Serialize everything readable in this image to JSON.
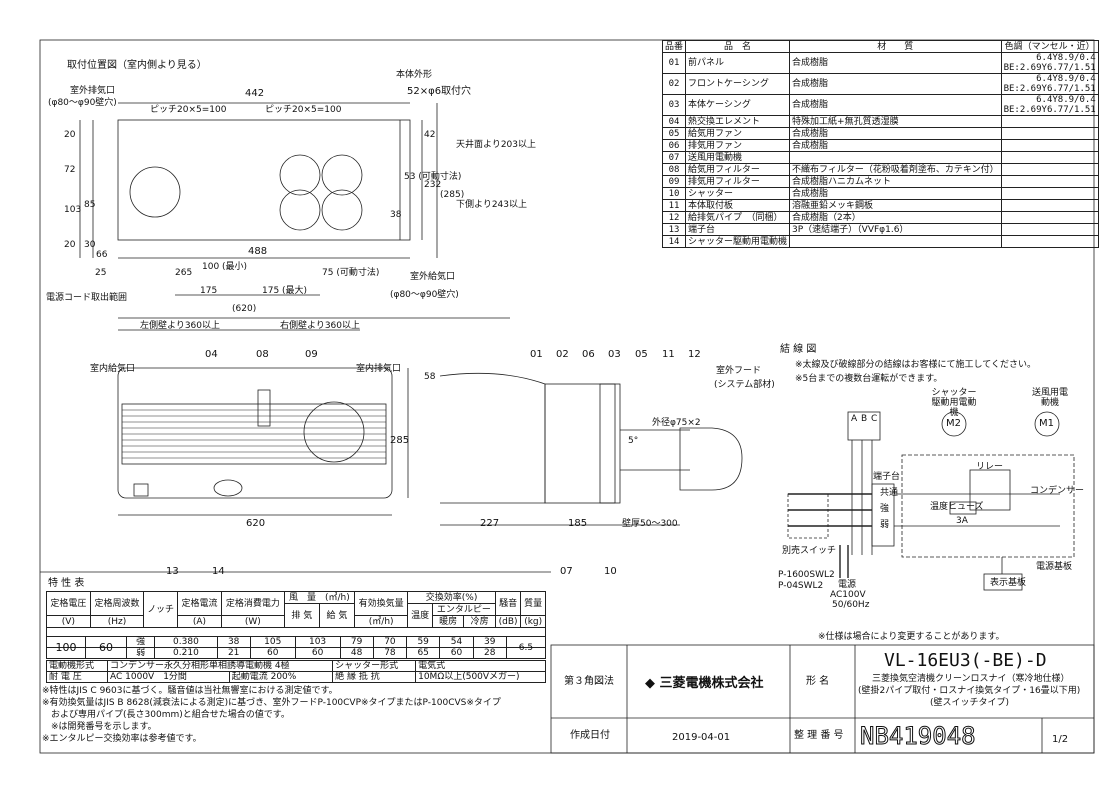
{
  "outline": {
    "title": "取付位置図（室内側より見る）",
    "exhaust_in": "室外排気口",
    "exhaust_in_size": "(φ80～φ90壁穴)",
    "body_shape": "本体外形",
    "mount_holes": "52×φ6取付穴",
    "d442": "442",
    "pitch1": "ピッチ20×5=100",
    "pitch2": "ピッチ20×5=100",
    "d488": "488",
    "d25": "25",
    "d66": "66",
    "d265": "265",
    "d100": "100 (最小)",
    "d75": "75 (可動寸法)",
    "d175a": "175",
    "d175b": "175 (最大)",
    "d620p": "(620)",
    "left360": "左側壁より360以上",
    "right360": "右側壁より360以上",
    "cord": "電源コード取出範囲",
    "supply_out": "室外給気口",
    "supply_out_size": "(φ80～φ90壁穴)",
    "v20": "20",
    "v72": "72",
    "v103": "103",
    "v85": "85",
    "v20b": "20",
    "v30": "30",
    "v42": "42",
    "v53": "53 (可動寸法)",
    "v232": "232",
    "v38": "38",
    "v285": "(285)",
    "v243": "下側より243以上",
    "v203": "天井面より203以上"
  },
  "front": {
    "supply_in": "室内給気口",
    "exhaust_in": "室内排気口",
    "w620": "620",
    "h285": "285",
    "callouts": [
      "04",
      "08",
      "09",
      "13",
      "14"
    ]
  },
  "side": {
    "callouts": [
      "01",
      "02",
      "06",
      "03",
      "05",
      "11",
      "12",
      "07",
      "10"
    ],
    "hood": "室外フード",
    "hood_sub": "(システム部材)",
    "d58": "58",
    "d227": "227",
    "d185": "185",
    "wall": "壁厚50～300",
    "angle": "5°",
    "pipe": "外径φ75×2"
  },
  "parts": {
    "headers": [
      "品番",
      "品　名",
      "材　　質",
      "色調（マンセル・近）"
    ],
    "rows": [
      {
        "no": "01",
        "name": "前パネル",
        "mat": "合成樹脂",
        "col1": "6.4Y8.9/0.4",
        "col2": "BE:2.69Y6.77/1.51"
      },
      {
        "no": "02",
        "name": "フロントケーシング",
        "mat": "合成樹脂",
        "col1": "6.4Y8.9/0.4",
        "col2": "BE:2.69Y6.77/1.51"
      },
      {
        "no": "03",
        "name": "本体ケーシング",
        "mat": "合成樹脂",
        "col1": "6.4Y8.9/0.4",
        "col2": "BE:2.69Y6.77/1.51"
      },
      {
        "no": "04",
        "name": "熱交換エレメント",
        "mat": "特殊加工紙+無孔質透湿膜",
        "col1": "",
        "col2": ""
      },
      {
        "no": "05",
        "name": "給気用ファン",
        "mat": "合成樹脂",
        "col1": "",
        "col2": ""
      },
      {
        "no": "06",
        "name": "排気用ファン",
        "mat": "合成樹脂",
        "col1": "",
        "col2": ""
      },
      {
        "no": "07",
        "name": "送風用電動機",
        "mat": "",
        "col1": "",
        "col2": ""
      },
      {
        "no": "08",
        "name": "給気用フィルター",
        "mat": "不織布フィルター（花粉吸着剤塗布、カテキン付）",
        "col1": "",
        "col2": ""
      },
      {
        "no": "09",
        "name": "排気用フィルター",
        "mat": "合成樹脂ハニカムネット",
        "col1": "",
        "col2": ""
      },
      {
        "no": "10",
        "name": "シャッター",
        "mat": "合成樹脂",
        "col1": "",
        "col2": ""
      },
      {
        "no": "11",
        "name": "本体取付板",
        "mat": "溶融亜鉛メッキ鋼板",
        "col1": "",
        "col2": ""
      },
      {
        "no": "12",
        "name": "給排気パイプ　（同梱）",
        "mat": "合成樹脂（2本）",
        "col1": "",
        "col2": ""
      },
      {
        "no": "13",
        "name": "端子台",
        "mat": "3P（速結端子）（VVFφ1.6）",
        "col1": "",
        "col2": ""
      },
      {
        "no": "14",
        "name": "シャッター駆動用電動機",
        "mat": "",
        "col1": "",
        "col2": ""
      }
    ]
  },
  "wiring": {
    "title": "結 線 図",
    "note1": "※太線及び破線部分の結線はお客様にて施工してください。",
    "note2": "※5台までの複数台運転ができます。",
    "shutter_motor": "シャッター駆動用電動機",
    "fan_motor": "送風用電動機",
    "m2": "M2",
    "m1": "M1",
    "abc": [
      "A",
      "B",
      "C"
    ],
    "terminal": "端子台",
    "relay": "リレー",
    "fuse": "温度ヒューズ",
    "fuse_a": "3A",
    "capacitor": "コンデンサー",
    "switch": "別売スイッチ",
    "power": "電源",
    "ac": "AC100V",
    "hz": "50/60Hz",
    "board": "電源基板",
    "display": "表示基板",
    "sw1": "P-1600SWL2",
    "sw2": "P-04SWL2",
    "labels": [
      "共通",
      "強",
      "弱"
    ],
    "change": "※仕様は場合により変更することがあります。"
  },
  "specs": {
    "title": "特 性 表",
    "h": [
      "定格電圧",
      "定格周波数",
      "ノッチ",
      "定格電流",
      "定格消費電力",
      "風　量　(㎥/h)",
      "有効換気量",
      "交換効率(%)",
      "騒音",
      "質量"
    ],
    "u": [
      "(V)",
      "(Hz)",
      "",
      "(A)",
      "(W)",
      "排 気",
      "給 気",
      "(㎥/h)",
      "温度",
      "エンタルピー",
      "(dB)",
      "(kg)"
    ],
    "sub": [
      "暖房",
      "冷房"
    ],
    "volt": "100",
    "freq": "60",
    "weight": "6.5",
    "rows": [
      {
        "notch": "強",
        "a": "0.380",
        "w": "38",
        "ex": "105",
        "sup": "103",
        "eff": "79",
        "temp": "70",
        "heat": "59",
        "cool": "54",
        "db": "39"
      },
      {
        "notch": "弱",
        "a": "0.210",
        "w": "21",
        "ex": "60",
        "sup": "60",
        "eff": "48",
        "temp": "78",
        "heat": "65",
        "cool": "60",
        "db": "28"
      }
    ],
    "motor_l": "電動機形式",
    "motor": "コンデンサー永久分相形単相誘導電動機 4極",
    "shutter_l": "シャッター形式",
    "shutter": "電気式",
    "withstand_l": "耐 電 圧",
    "withstand": "AC 1000V　1分間",
    "start_l": "起動電流",
    "start": "200%",
    "insul_l": "絶 縁 抵 抗",
    "insul": "10MΩ以上(500Vメガー)",
    "notes": [
      "※特性はJIS C 9603に基づく。騒音値は当社無響室における測定値です。",
      "※有効換気量はJIS B 8628(減衰法による測定)に基づき、室外フードP-100CVP※タイプまたはP-100CVS※タイプ",
      "　および専用パイプ(長さ300mm)と組合せた場合の値です。",
      "　※は開発番号を示します。",
      "※エンタルピー交換効率は参考値です。"
    ]
  },
  "titleblock": {
    "projection": "第３角図法",
    "company": "三菱電機株式会社",
    "model_l": "形 名",
    "model": "VL-16EU3(-BE)-D",
    "desc1": "三菱換気空清機クリーンロスナイ（寒冷地仕様）",
    "desc2": "(壁掛2パイプ取付・ロスナイ換気タイプ・16畳以下用)",
    "desc3": "(壁スイッチタイプ)",
    "date_l": "作成日付",
    "date": "2019-04-01",
    "ref_l": "整 理 番 号",
    "ref": "NB419048",
    "page": "1/2"
  }
}
